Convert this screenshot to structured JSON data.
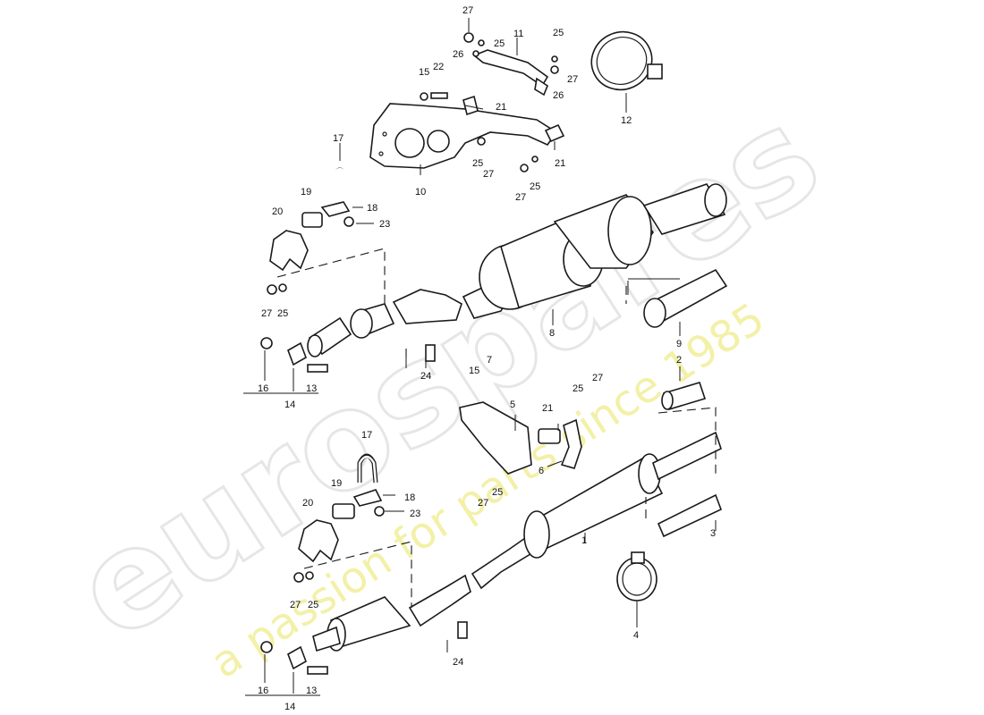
{
  "watermark": {
    "brand": "eurospares",
    "tagline": "a passion for parts since 1985",
    "brand_color": "#e6e6e6",
    "tagline_color": "#f3f0a8"
  },
  "callouts": {
    "c27a": "27",
    "c25a": "25",
    "c11": "11",
    "c26a": "26",
    "c25b": "25",
    "c27b": "27",
    "c26b": "26",
    "c15a": "15",
    "c22": "22",
    "c21a": "21",
    "c12": "12",
    "c21b": "21",
    "c25c": "25",
    "c27c": "27",
    "c27d": "27",
    "c25d": "25",
    "c10": "10",
    "c17a": "17",
    "c19a": "19",
    "c18a": "18",
    "c23a": "23",
    "c20a": "20",
    "c27e": "27",
    "c25e": "25",
    "c8": "8",
    "c9": "9",
    "c24a": "24",
    "c16a": "16",
    "c13a": "13",
    "c14a": "14",
    "c15b": "15",
    "c7": "7",
    "c2": "2",
    "c5": "5",
    "c21c": "21",
    "c25f": "25",
    "c27f": "27",
    "c6": "6",
    "c27g": "27",
    "c25g": "25",
    "c17b": "17",
    "c19b": "19",
    "c18b": "18",
    "c23b": "23",
    "c20b": "20",
    "c27h": "27",
    "c25h": "25",
    "c1": "1",
    "c3": "3",
    "c4": "4",
    "c24b": "24",
    "c16b": "16",
    "c13b": "13",
    "c14b": "14"
  }
}
